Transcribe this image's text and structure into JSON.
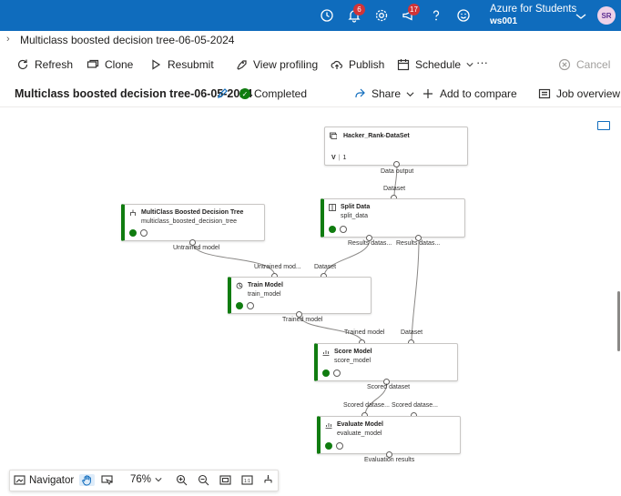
{
  "topbar": {
    "notifications_count": "6",
    "feedback_count": "17",
    "account_name": "Azure for Students",
    "workspace": "ws001",
    "avatar_initials": "SR",
    "bg_color": "#0f6cbd"
  },
  "breadcrumb": {
    "title": "Multiclass boosted decision tree-06-05-2024"
  },
  "toolbar": {
    "refresh": "Refresh",
    "clone": "Clone",
    "resubmit": "Resubmit",
    "view_profiling": "View profiling",
    "publish": "Publish",
    "schedule": "Schedule",
    "more": "···",
    "cancel": "Cancel"
  },
  "job": {
    "title": "Multiclass boosted decision tree-06-05-2024",
    "status": "Completed",
    "share": "Share",
    "add_to_compare": "Add to compare",
    "job_overview": "Job overview"
  },
  "nodes": {
    "dataset": {
      "title": "Hacker_Rank-DataSet",
      "version_label": "V",
      "version": "1",
      "out_label": "Data output"
    },
    "split": {
      "title": "Split Data",
      "sub": "split_data",
      "in_label": "Dataset",
      "out1": "Results datas...",
      "out2": "Results datas..."
    },
    "mcbdt": {
      "title": "MultiClass Boosted Decision Tree",
      "sub": "multiclass_boosted_decision_tree",
      "out_label": "Untrained model"
    },
    "train": {
      "title": "Train Model",
      "sub": "train_model",
      "in1": "Untrained mod...",
      "in2": "Dataset",
      "out_label": "Trained model"
    },
    "score": {
      "title": "Score Model",
      "sub": "score_model",
      "in1": "Trained model",
      "in2": "Dataset",
      "out_label": "Scored dataset"
    },
    "evaluate": {
      "title": "Evaluate Model",
      "sub": "evaluate_model",
      "in1": "Scored datase...",
      "in2": "Scored datase...",
      "out_label": "Evaluation results"
    }
  },
  "navigator": {
    "label": "Navigator",
    "zoom": "76%"
  },
  "colors": {
    "accent": "#0f6cbd",
    "success": "#107c10",
    "badge": "#d13438"
  }
}
